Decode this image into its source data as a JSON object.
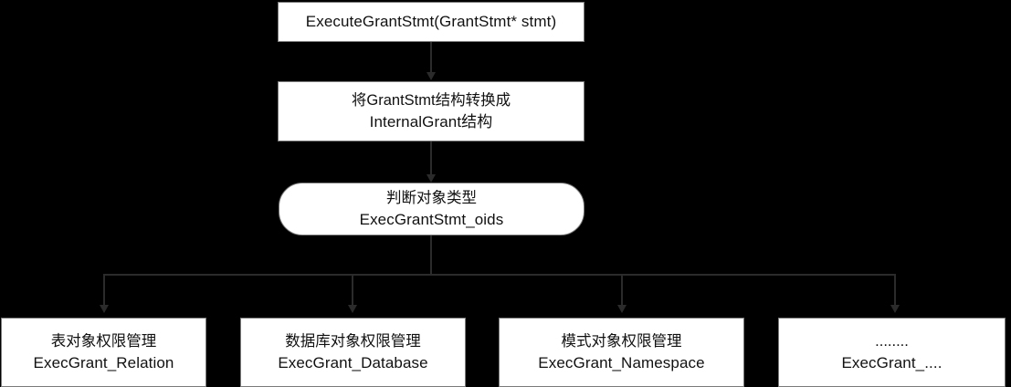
{
  "diagram": {
    "title_node": {
      "line1": "ExecuteGrantStmt(GrantStmt* stmt)"
    },
    "convert_node": {
      "line1": "将GrantStmt结构转换成",
      "line2": "InternalGrant结构"
    },
    "dispatch_node": {
      "line1": "判断对象类型",
      "line2": "ExecGrantStmt_oids"
    },
    "branches": [
      {
        "line1": "表对象权限管理",
        "line2": "ExecGrant_Relation"
      },
      {
        "line1": "数据库对象权限管理",
        "line2": "ExecGrant_Database"
      },
      {
        "line1": "模式对象权限管理",
        "line2": "ExecGrant_Namespace"
      },
      {
        "line1": "........",
        "line2": "ExecGrant_...."
      }
    ]
  },
  "colors": {
    "background": "#000000",
    "node_fill": "#ffffff",
    "node_border": "#7a7a7a",
    "connector": "#2b2b2b",
    "text": "#111111"
  }
}
